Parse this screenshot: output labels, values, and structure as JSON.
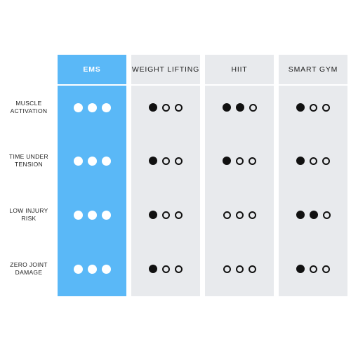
{
  "columns": [
    {
      "name": "EMS",
      "highlight": true
    },
    {
      "name": "WEIGHT LIFTING",
      "highlight": false
    },
    {
      "name": "HIIT",
      "highlight": false
    },
    {
      "name": "SMART GYM",
      "highlight": false
    }
  ],
  "rows": [
    {
      "label_line1": "MUSCLE",
      "label_line2": "ACTIVATION",
      "ratings": [
        [
          "white",
          "white",
          "white"
        ],
        [
          "filled",
          "ring",
          "ring"
        ],
        [
          "filled",
          "filled",
          "ring"
        ],
        [
          "filled",
          "ring",
          "ring"
        ]
      ]
    },
    {
      "label_line1": "TIME UNDER",
      "label_line2": "TENSION",
      "ratings": [
        [
          "white",
          "white",
          "white"
        ],
        [
          "filled",
          "ring",
          "ring"
        ],
        [
          "filled",
          "ring",
          "ring"
        ],
        [
          "filled",
          "ring",
          "ring"
        ]
      ]
    },
    {
      "label_line1": "LOW INJURY",
      "label_line2": "RISK",
      "ratings": [
        [
          "white",
          "white",
          "white"
        ],
        [
          "filled",
          "ring",
          "ring"
        ],
        [
          "ring",
          "ring",
          "ring"
        ],
        [
          "filled",
          "filled",
          "ring"
        ]
      ]
    },
    {
      "label_line1": "ZERO JOINT",
      "label_line2": "DAMAGE",
      "ratings": [
        [
          "white",
          "white",
          "white"
        ],
        [
          "filled",
          "ring",
          "ring"
        ],
        [
          "ring",
          "ring",
          "ring"
        ],
        [
          "filled",
          "ring",
          "ring"
        ]
      ]
    }
  ],
  "colors": {
    "highlight": "#5ab8f7",
    "panel": "#e8eaed",
    "dot": "#111111"
  }
}
